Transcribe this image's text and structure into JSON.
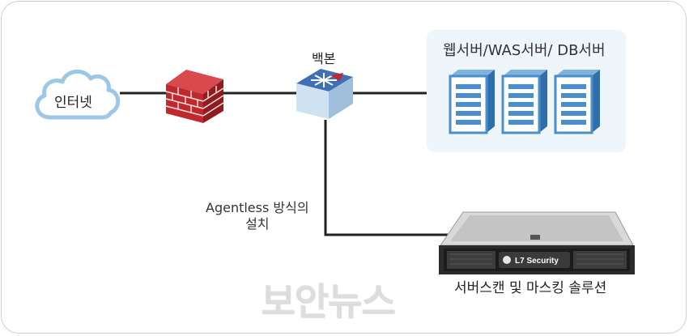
{
  "nodes": {
    "internet": "인터넷",
    "backbone": "백본",
    "servers": "웹서버/WAS서버/ DB서버",
    "install_note_line1": "Agentless 방식의",
    "install_note_line2": "설치",
    "appliance": "서버스캔 및 마스킹 솔루션",
    "appliance_brand": "L7 Security"
  },
  "watermark": "보안뉴스",
  "colors": {
    "cloud": "#9cc7e6",
    "firewall": "#c0282d",
    "switch_top": "#3f6fb5",
    "server_blue": "#4a8fc9",
    "server_panel": "#eef6fb",
    "line": "#222222"
  }
}
